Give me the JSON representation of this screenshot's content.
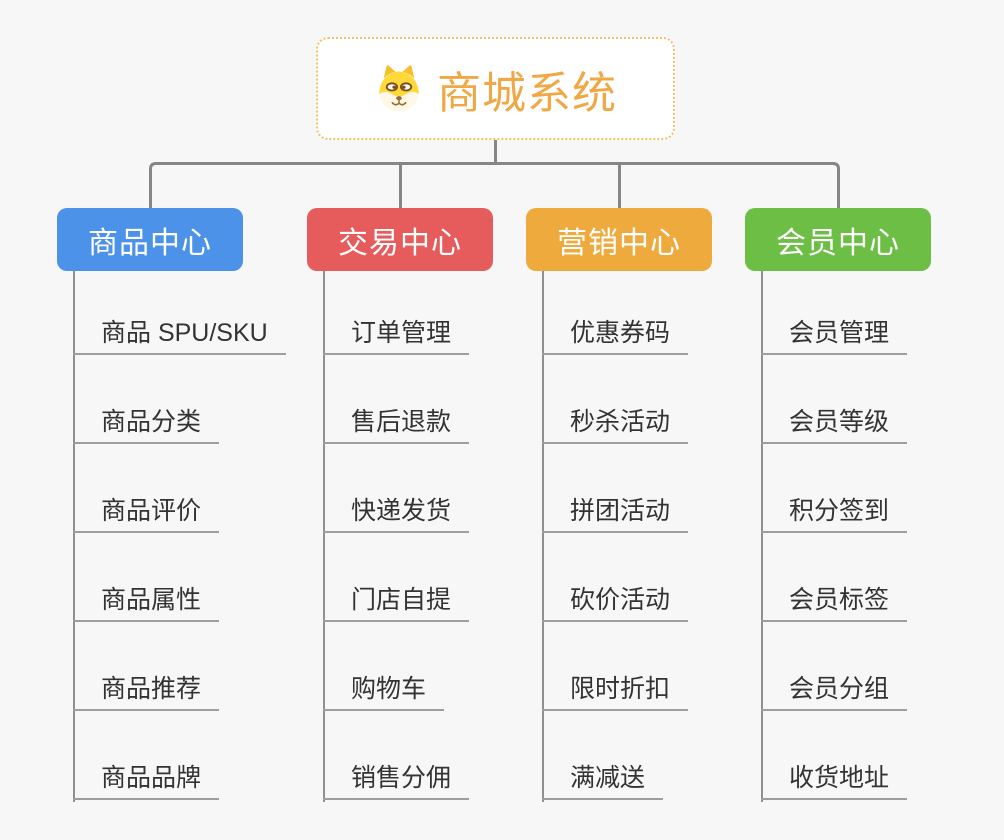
{
  "root": {
    "title": "商城系统",
    "icon": "dog-face-icon",
    "title_color": "#F0A844",
    "border_color": "#F3C06A"
  },
  "connector_color": "#868686",
  "underline_color": "#9E9E9E",
  "background_color": "#F7F7F7",
  "columns": [
    {
      "label": "商品中心",
      "color": "#4C92E8",
      "items": [
        "商品 SPU/SKU",
        "商品分类",
        "商品评价",
        "商品属性",
        "商品推荐",
        "商品品牌"
      ]
    },
    {
      "label": "交易中心",
      "color": "#E65B5B",
      "items": [
        "订单管理",
        "售后退款",
        "快递发货",
        "门店自提",
        "购物车",
        "销售分佣"
      ]
    },
    {
      "label": "营销中心",
      "color": "#EFAA3D",
      "items": [
        "优惠券码",
        "秒杀活动",
        "拼团活动",
        "砍价活动",
        "限时折扣",
        "满减送"
      ]
    },
    {
      "label": "会员中心",
      "color": "#6CBE45",
      "items": [
        "会员管理",
        "会员等级",
        "积分签到",
        "会员标签",
        "会员分组",
        "收货地址"
      ]
    }
  ]
}
